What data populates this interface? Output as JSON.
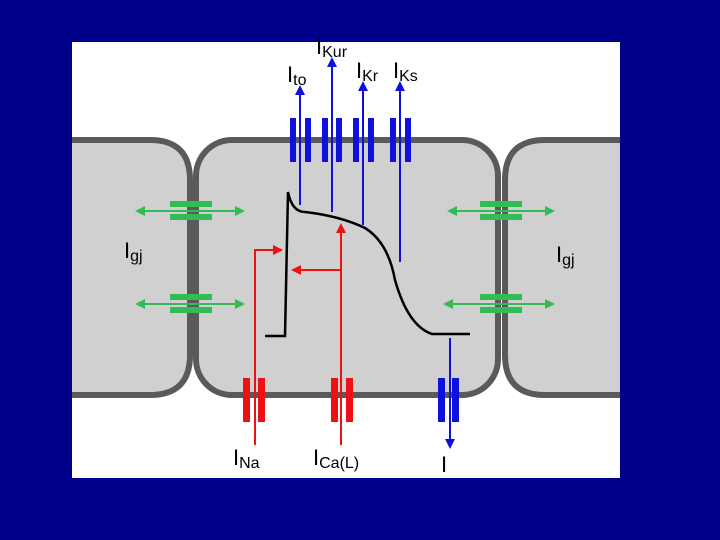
{
  "slide": {
    "background_color": "#00008b",
    "panel_color": "#ffffff",
    "cell_fill": "#d0d0d0",
    "cell_stroke": "#5a5a5a"
  },
  "colors": {
    "outward_current": "#1010dd",
    "inward_current": "#ee1111",
    "gap_junction": "#33bb55",
    "action_potential": "#000000"
  },
  "labels": {
    "I_to": {
      "main": "I",
      "sub": "to"
    },
    "I_Kur": {
      "main": "I",
      "sub": "Kur"
    },
    "I_Kr": {
      "main": "I",
      "sub": "Kr"
    },
    "I_Ks": {
      "main": "I",
      "sub": "Ks"
    },
    "I_gj_left": {
      "main": "I",
      "sub": "gj"
    },
    "I_gj_right": {
      "main": "I",
      "sub": "gj"
    },
    "I_Na": {
      "main": "I",
      "sub": "Na"
    },
    "I_CaL": {
      "main": "I",
      "sub": "Ca(L)"
    },
    "I_bottom": {
      "main": "I",
      "sub": ""
    }
  }
}
